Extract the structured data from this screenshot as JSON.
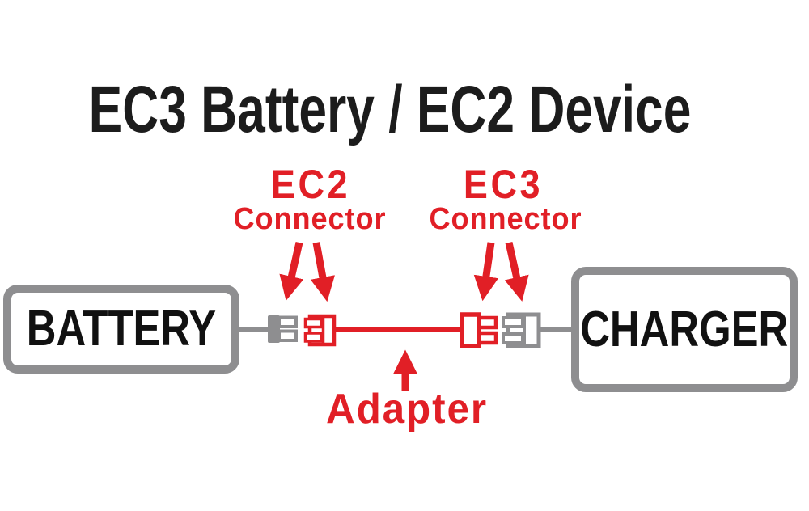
{
  "title": "EC3 Battery / EC2 Device",
  "colors": {
    "accent_red": "#e11f26",
    "connector_gray": "#8e8e90",
    "text_black": "#1c1c1c"
  },
  "callouts": {
    "ec2": {
      "title": "EC2",
      "subtitle": "Connector"
    },
    "ec3": {
      "title": "EC3",
      "subtitle": "Connector"
    },
    "adapter": {
      "label": "Adapter"
    }
  },
  "devices": {
    "battery": {
      "label": "BATTERY"
    },
    "charger": {
      "label": "CHARGER"
    }
  },
  "icons": {
    "ec2_male": "ec2-male-plug-icon",
    "ec2_female": "ec2-female-socket-icon",
    "ec3_male": "ec3-male-plug-icon",
    "ec3_female": "ec3-female-socket-icon",
    "callout_arrow": "red-down-arrow-icon",
    "adapter_arrow": "red-up-arrow-icon"
  }
}
